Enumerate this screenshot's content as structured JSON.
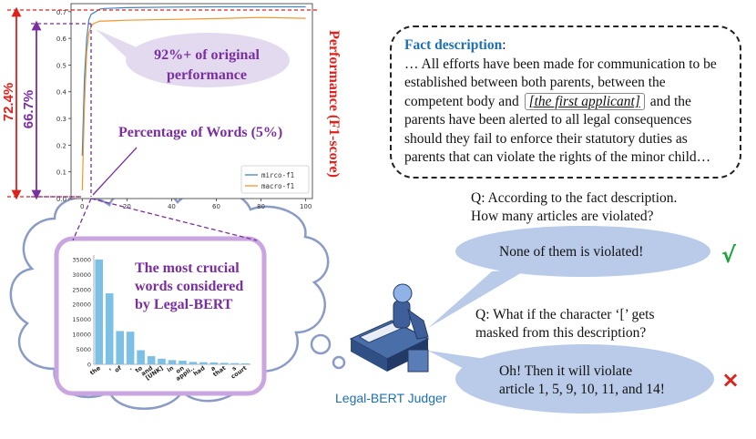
{
  "chart_data": [
    {
      "type": "line",
      "x": [
        0,
        1,
        2,
        3,
        4,
        5,
        8,
        10,
        20,
        40,
        60,
        80,
        100
      ],
      "series": [
        {
          "name": "mirco-f1",
          "color": "#3f84c4",
          "values": [
            0.16,
            0.45,
            0.6,
            0.67,
            0.69,
            0.695,
            0.71,
            0.712,
            0.715,
            0.717,
            0.718,
            0.718,
            0.718
          ]
        },
        {
          "name": "macro-f1",
          "color": "#f0962d",
          "values": [
            0.03,
            0.35,
            0.55,
            0.62,
            0.645,
            0.655,
            0.665,
            0.665,
            0.668,
            0.671,
            0.674,
            0.678,
            0.675
          ]
        }
      ],
      "xticks": [
        "0",
        "20",
        "40",
        "60",
        "80",
        "100"
      ],
      "yticks": [
        "0.0",
        "0.1",
        "0.2",
        "0.3",
        "0.4",
        "0.5",
        "0.6",
        "0.7"
      ],
      "xlim": [
        -5,
        103
      ],
      "ylim": [
        0,
        0.73
      ],
      "ylabel": "Performance (F1-score)",
      "legend": "bottom-right"
    },
    {
      "type": "bar",
      "categories": [
        "the",
        ",",
        "of",
        ".",
        "to",
        "and",
        "[UNK]",
        "in",
        "on",
        "appli..",
        "had",
        "a",
        "that",
        "s",
        "court"
      ],
      "values": [
        35000,
        23700,
        11100,
        10900,
        4700,
        2700,
        1900,
        1400,
        1200,
        800,
        700,
        600,
        500,
        400,
        300
      ],
      "yticks": [
        "0",
        "5000",
        "10000",
        "15000",
        "20000",
        "25000",
        "30000",
        "35000"
      ],
      "ylim": [
        0,
        36500
      ],
      "color": "#7cc0e6"
    }
  ],
  "annotations": {
    "pct_72": "72.4%",
    "pct_66": "66.7%",
    "ellipse_text": "92%+ of original performance",
    "percentage_words": "Percentage of Words (5%)",
    "crucial_words": "The most crucial words considered by Legal-BERT"
  },
  "fact": {
    "title": "Fact description",
    "colon": ":",
    "text_before": "… All efforts have been made for communication to be established between both parents, between the competent body and",
    "placeholder": "[the first applicant]",
    "text_after": "and the parents have been alerted to all legal consequences should they fail to enforce their statutory duties as parents that can violate the rights of the minor child…"
  },
  "dialog": {
    "q1_line1": "Q: According to the fact description.",
    "q1_line2": "How many articles are violated?",
    "a1": "None of them is violated!",
    "a1_mark": "√",
    "q2_line1": "Q: What if the character ‘[’ gets",
    "q2_line2": "masked from this description?",
    "a2_line1": "Oh! Then it will violate",
    "a2_line2": "article 1, 5, 9, 10, 11, and 14!",
    "a2_mark": "×"
  },
  "judger_label": "Legal-BERT Judger",
  "colors": {
    "red": "#e0201b",
    "purple": "#7a2ea0",
    "blue": "#1f6fb3",
    "bubble": "#b9cbe8",
    "ellipse": "#e3daf0",
    "cloud_border": "#8a9cc6",
    "green": "#1aa33a"
  }
}
